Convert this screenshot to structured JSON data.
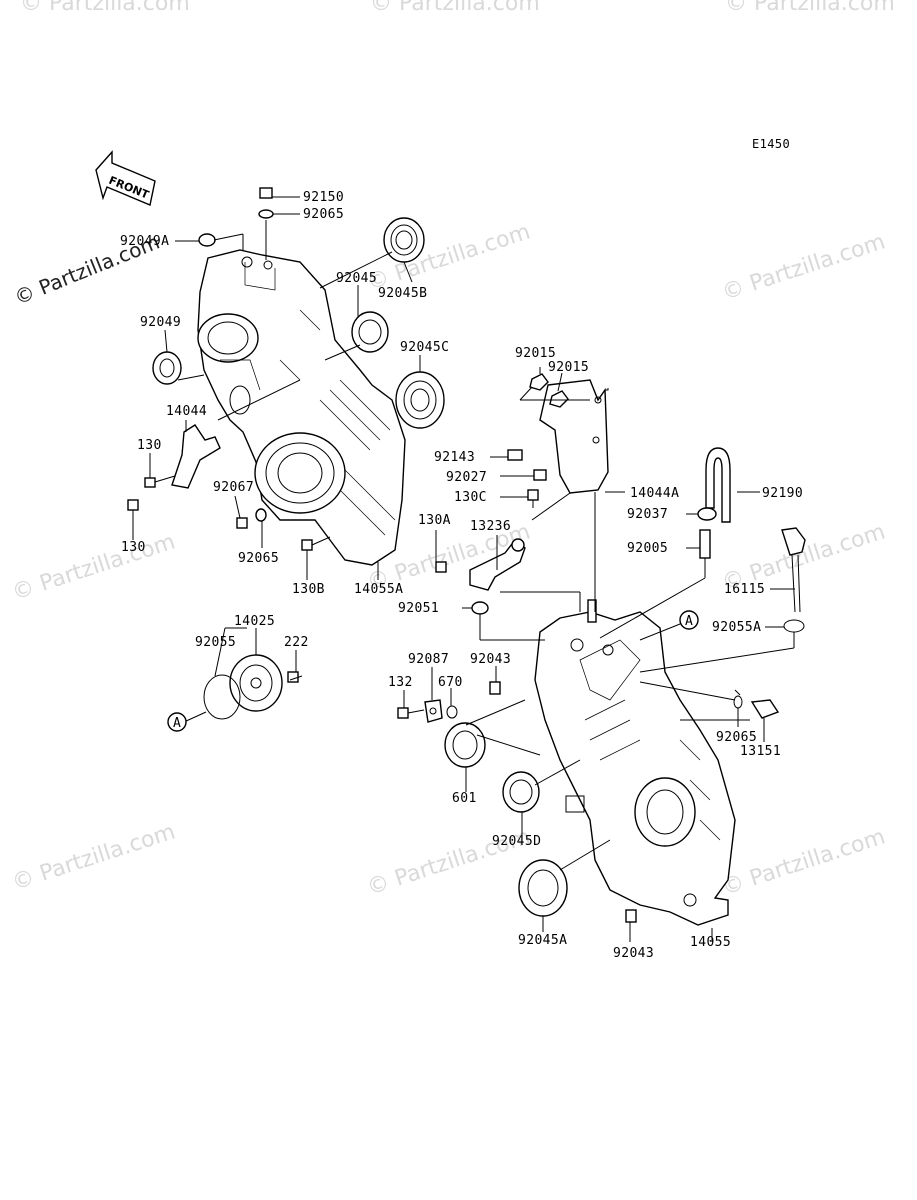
{
  "diagram_code": "E1450",
  "front_label": "FRONT",
  "watermark_text": "© Partzilla.com",
  "reference_markers": [
    "A",
    "A"
  ],
  "part_numbers": [
    "92150",
    "92065",
    "92049A",
    "92045",
    "92045B",
    "92049",
    "92045C",
    "14044",
    "130",
    "130",
    "92067",
    "92065",
    "130B",
    "14055A",
    "92015",
    "92015",
    "92143",
    "92027",
    "130C",
    "14044A",
    "92190",
    "92037",
    "92005",
    "130A",
    "13236",
    "16115",
    "92051",
    "92055A",
    "14025",
    "92055",
    "222",
    "92087",
    "92043",
    "132",
    "670",
    "92065",
    "13151",
    "601",
    "92045D",
    "92045A",
    "92043",
    "14055"
  ],
  "colors": {
    "line": "#000000",
    "watermark": "#d9d9d9",
    "background": "#ffffff"
  }
}
